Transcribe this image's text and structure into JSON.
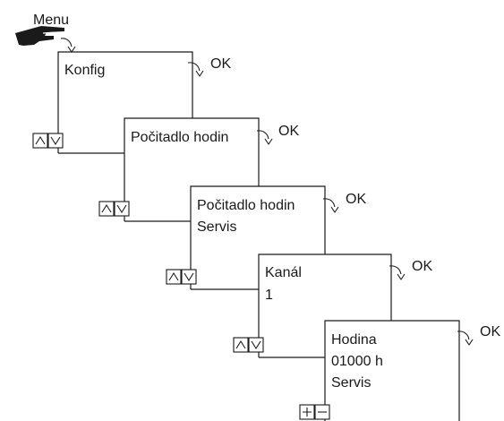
{
  "menu_label": "Menu",
  "ok_label": "OK",
  "screens": [
    {
      "lines": [
        "Konfig"
      ]
    },
    {
      "lines": [
        "Počitadlo hodin"
      ]
    },
    {
      "lines": [
        "Počitadlo hodin",
        "Servis"
      ]
    },
    {
      "lines": [
        "Kanál",
        "1"
      ]
    },
    {
      "lines": [
        "Hodina",
        "01000 h",
        "Servis"
      ]
    }
  ],
  "icons": {
    "menu": "pointing-hand-icon",
    "confirm": "curved-arrow-icon",
    "navigate": [
      "up-arrow-icon",
      "down-arrow-icon"
    ],
    "adjust": [
      "plus-icon",
      "minus-icon"
    ]
  }
}
